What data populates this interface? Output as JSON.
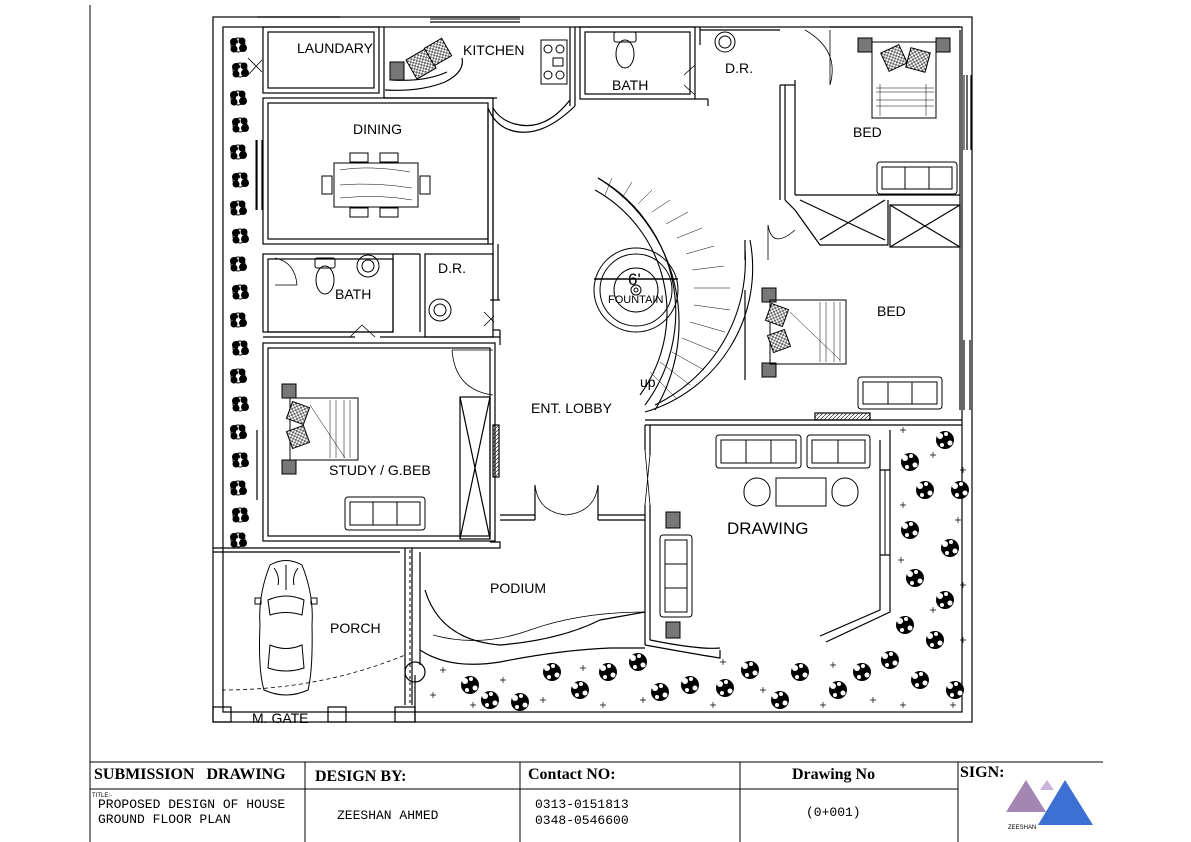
{
  "plan": {
    "rooms": {
      "laundary": "LAUNDARY",
      "kitchen": "KITCHEN",
      "bath_top": "BATH",
      "dr_top": "D.R.",
      "bed_top": "BED",
      "dining": "DINING",
      "bath_mid": "BATH",
      "dr_mid": "D.R.",
      "fountain_size": "6'",
      "fountain": "FOUNTAIN",
      "bed_right": "BED",
      "stair_up": "up",
      "ent_lobby": "ENT. LOBBY",
      "study": "STUDY / G.BEB",
      "drawing": "DRAWING",
      "podium": "PODIUM",
      "porch": "PORCH",
      "m_gate": "M. GATE"
    }
  },
  "title_block": {
    "submission_label": "SUBMISSION   DRAWING",
    "title_tag": "TITLE:-",
    "title_line1": "PROPOSED DESIGN OF HOUSE",
    "title_line2": "GROUND FLOOR PLAN",
    "design_by_label": "DESIGN BY:",
    "designer": "ZEESHAN AHMED",
    "contact_label": "Contact NO:",
    "phone1": "0313-0151813",
    "phone2": "0348-0546600",
    "drawing_no_label": "Drawing No",
    "drawing_no": "(0+001)",
    "sign_label": "SIGN:",
    "logo_text": "ZEESHAN"
  },
  "colors": {
    "line": "#000000",
    "logo_purple": "#A585B2",
    "logo_blue": "#3C70D2",
    "logo_lilac": "#C8B4DC"
  }
}
